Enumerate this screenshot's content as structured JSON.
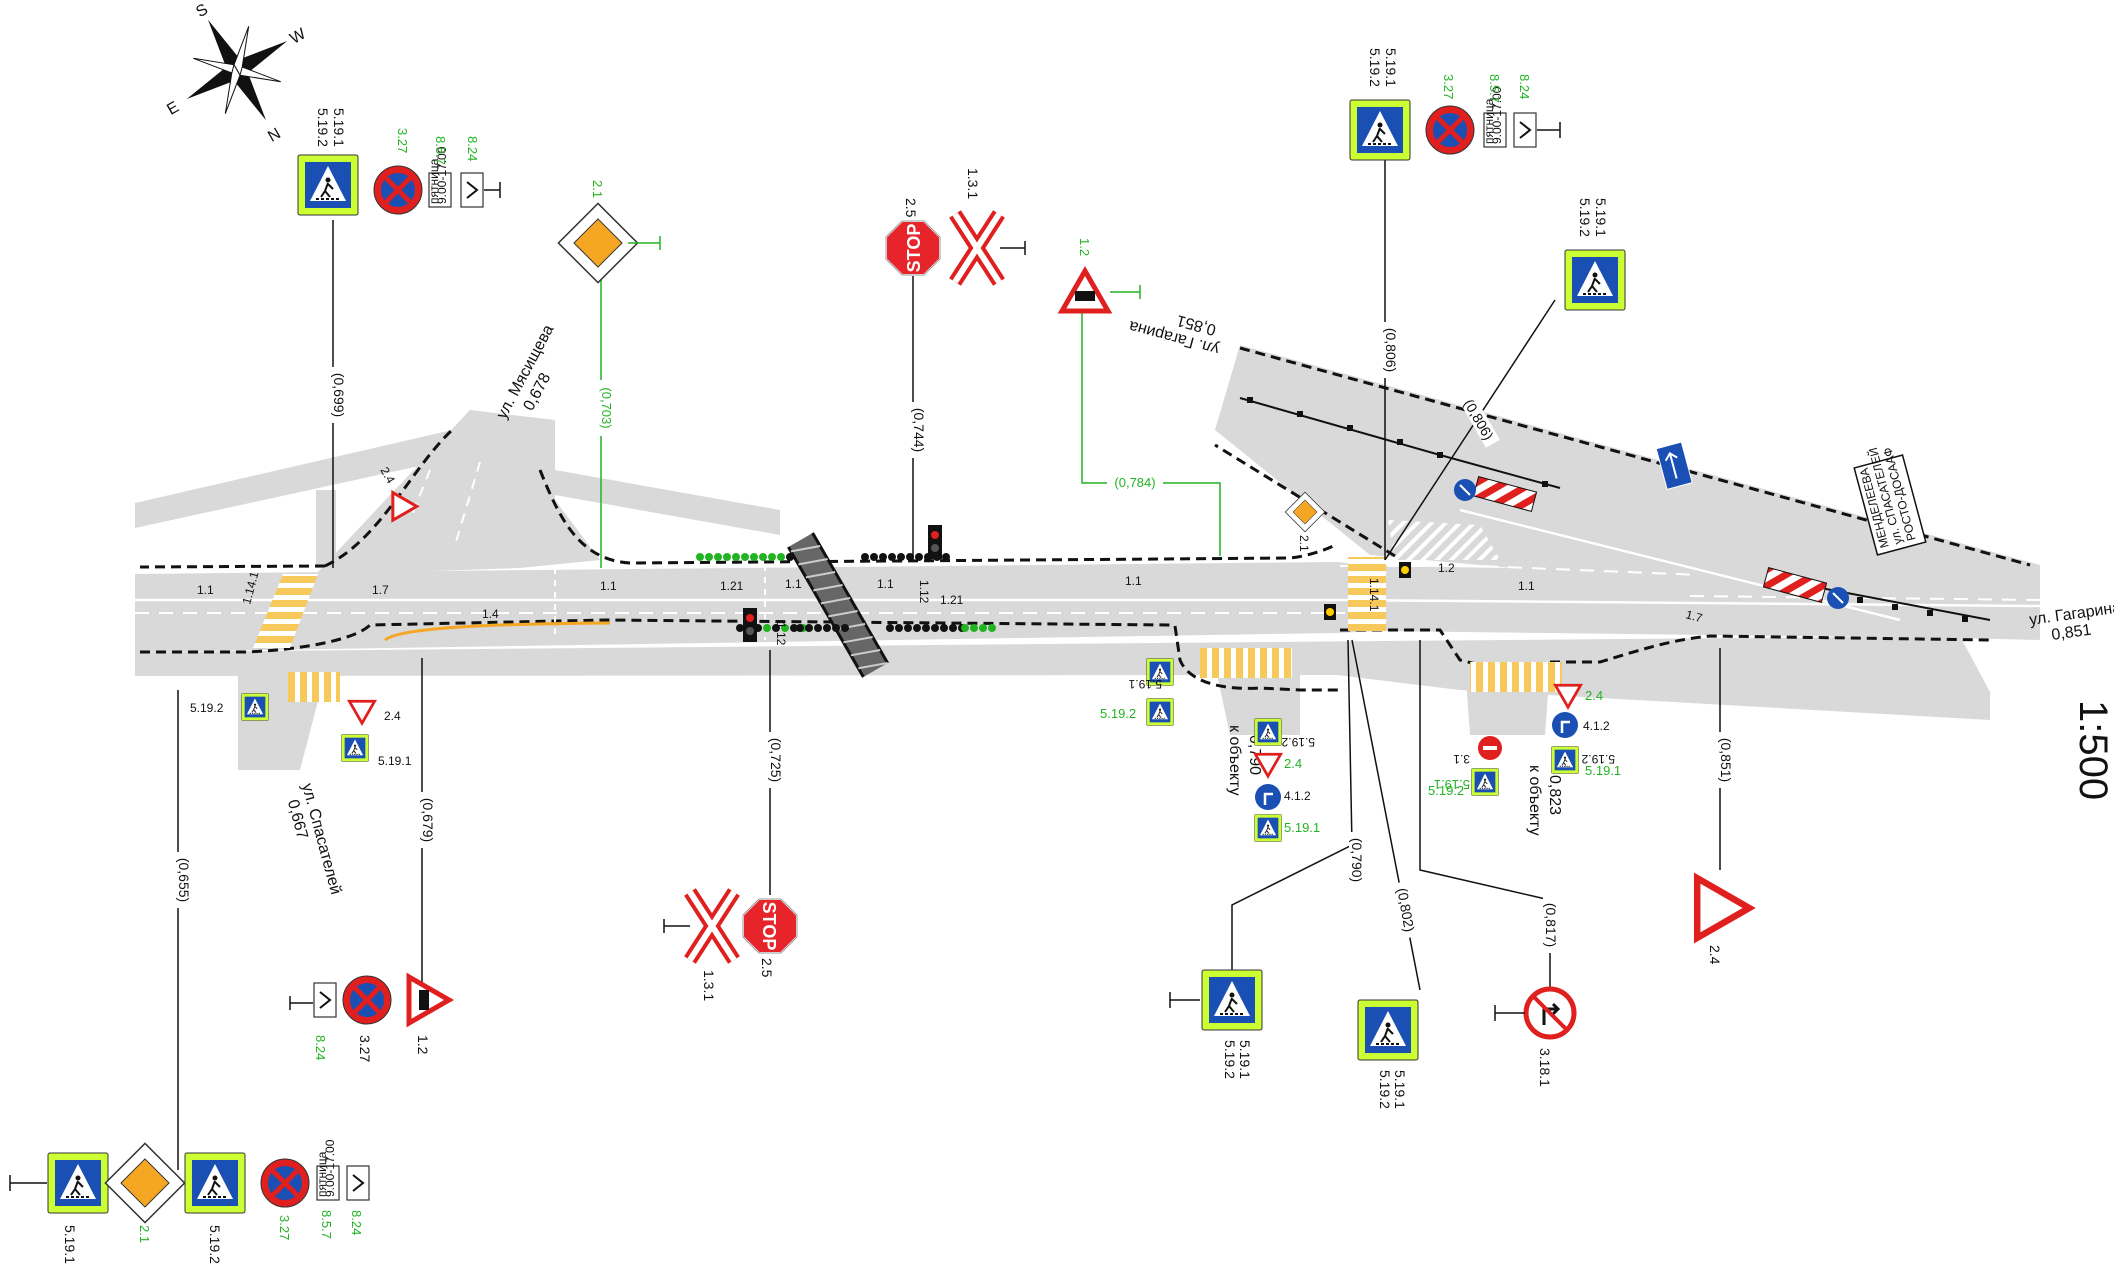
{
  "title": "1:500",
  "compass": {
    "letters": [
      "S",
      "W",
      "E",
      "N"
    ]
  },
  "streets": {
    "myasishcheva": {
      "name": "ул. Мясищева",
      "km": "0,678"
    },
    "gagarina_upper": {
      "name": "ул. Гагарина",
      "km": "0,851"
    },
    "gagarina_right": {
      "name": "ул. Гагарина",
      "km": "0,851"
    },
    "spasateley": {
      "name": "ул. Спасателей",
      "km": "0,667"
    }
  },
  "objects": [
    {
      "label": "к объекту",
      "km": "0,790"
    },
    {
      "label": "к объекту",
      "km": "0,823"
    }
  ],
  "markings": [
    "1.1",
    "1.7",
    "1.1",
    "1.21",
    "1.1",
    "1.1",
    "1.1",
    "1.2",
    "1.1",
    "1.7",
    "1.4",
    "1.21",
    "1.12",
    "1.14.1",
    "1.14.1",
    "1.12"
  ],
  "distances": [
    "(0,699)",
    "(0,703)",
    "(0,744)",
    "(0,784)",
    "(0,806)",
    "(0,806)",
    "(0,655)",
    "(0,679)",
    "(0,725)",
    "(0,790)",
    "(0,802)",
    "(0,817)",
    "(0,851)"
  ],
  "sign_codes": {
    "s5192": "5.19.2",
    "s5191": "5.19.1",
    "s327": "3.27",
    "s857": "8.5.7",
    "s824": "8.24",
    "s21": "2.1",
    "s25": "2.5",
    "s131": "1.3.1",
    "s12": "1.2",
    "s24": "2.4",
    "s412": "4.1.2",
    "s31": "3.1",
    "s3181": "3.18.1"
  },
  "stop_text": "STOP",
  "plate_857": {
    "line1": "пятница",
    "line2": "9.00-17.00"
  },
  "board_lines": [
    "МЕНДЕЛЕЕВА",
    "ул. СПАСАТЕЛЕЙ",
    "РОСТО-ДОСААФ"
  ],
  "colors": {
    "road": "#d9d9d9",
    "yellow_green": "#ccff33",
    "sign_blue": "#1a4fb4",
    "sign_red": "#e01f1f",
    "stop_red": "#e8242b",
    "green_line": "#22b422",
    "crosswalk": "#f7c85a",
    "orange_marking": "#f5a623"
  }
}
